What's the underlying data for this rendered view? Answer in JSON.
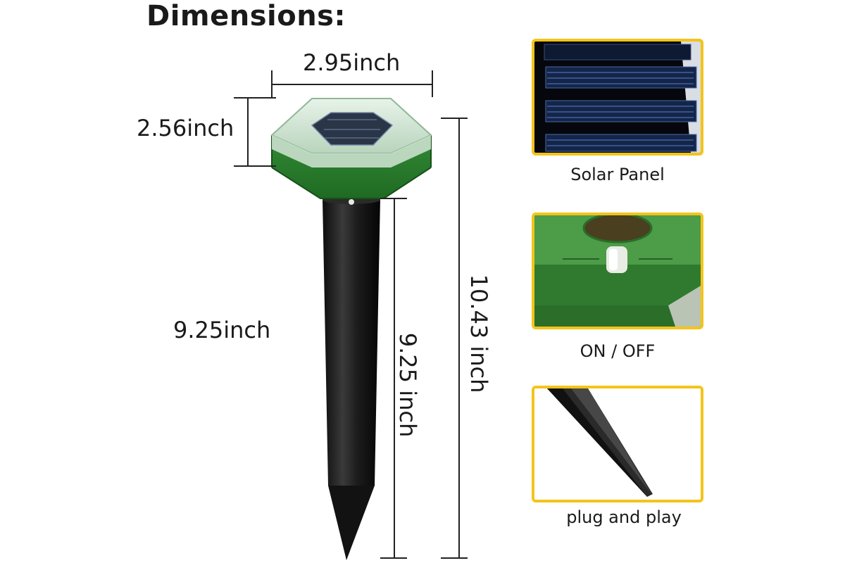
{
  "title": "Dimensions:",
  "dimensions": {
    "width": "2.95inch",
    "head_height": "2.56inch",
    "stake_length_left": "9.25inch",
    "stake_length_vertical": "9.25 inch",
    "total_height": "10.43 inch"
  },
  "details": [
    {
      "caption": "Solar Panel",
      "icon": "solar-panel-closeup"
    },
    {
      "caption": "ON / OFF",
      "icon": "on-off-switch-closeup"
    },
    {
      "caption": "plug and play",
      "icon": "stake-tip-closeup"
    }
  ],
  "colors": {
    "accent_border": "#f4c419",
    "housing_green": "#2e7d32",
    "stake_black": "#1e1e1e"
  }
}
